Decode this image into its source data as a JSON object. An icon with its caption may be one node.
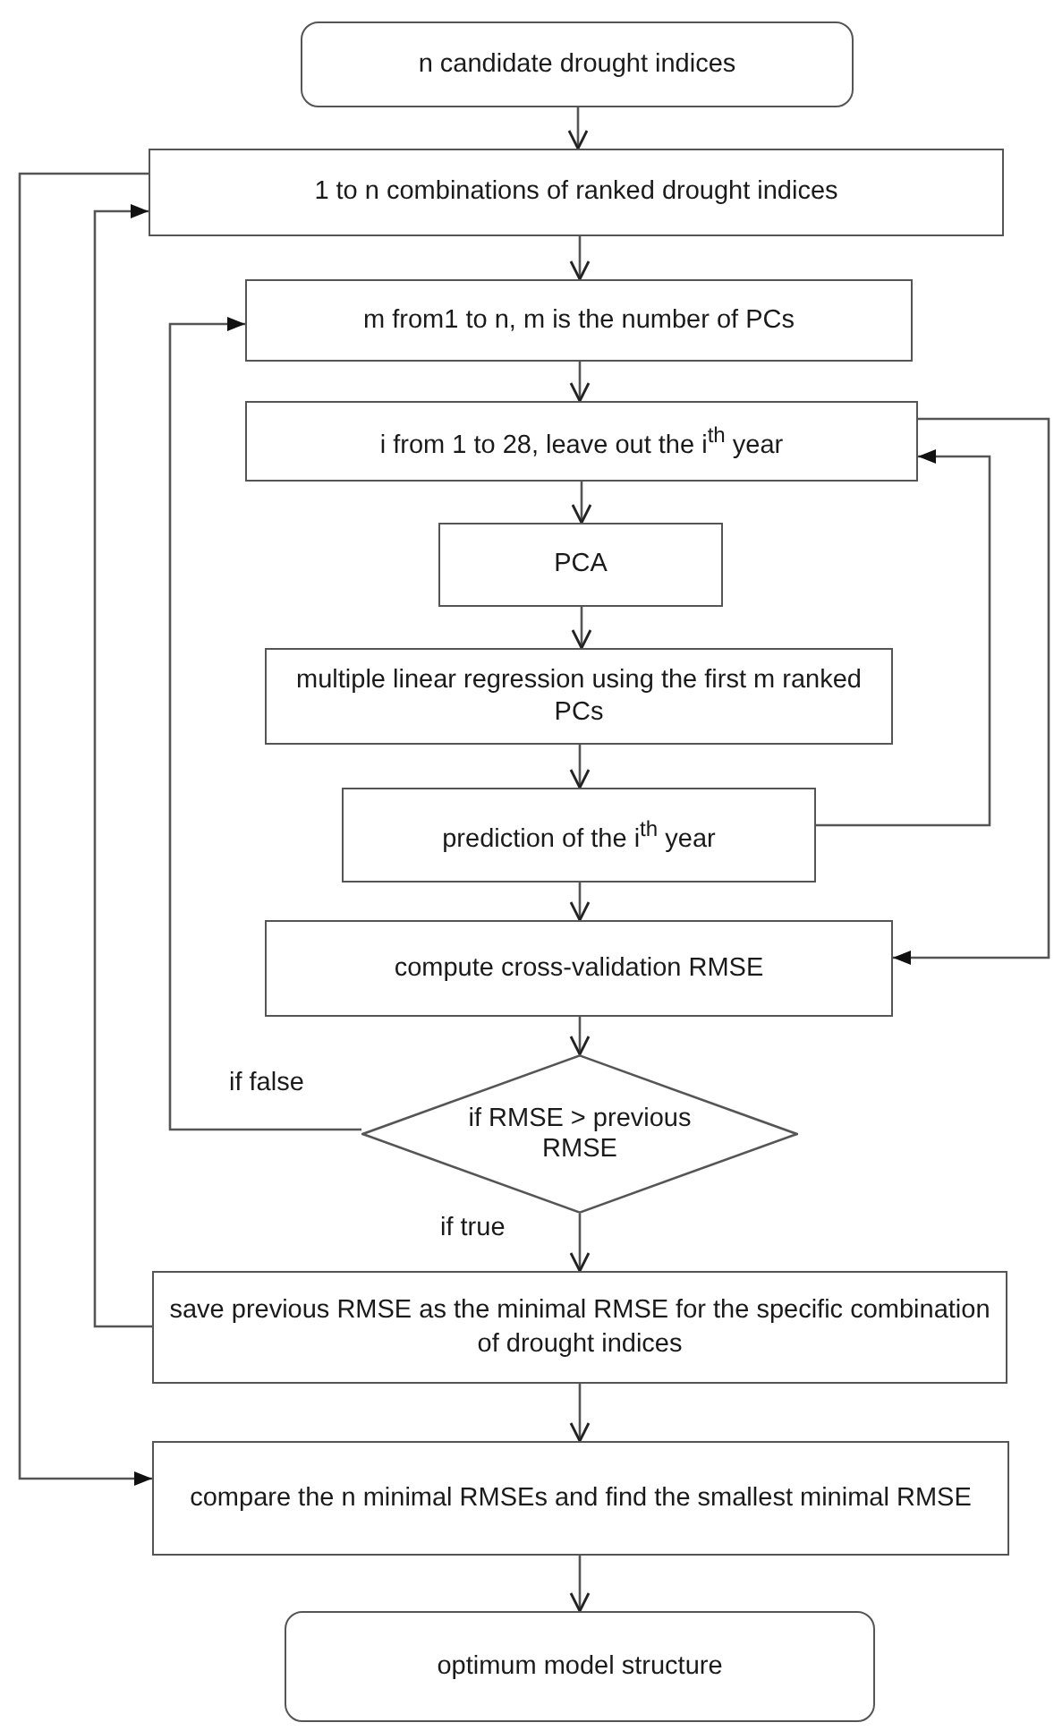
{
  "diagram": {
    "nodes": [
      {
        "text": [
          "n candidate drought indices"
        ]
      },
      {
        "text": [
          "1 to n combinations of ranked drought indices"
        ]
      },
      {
        "text": [
          "m from1 to n, m is the number of PCs"
        ]
      },
      {
        "text": [
          "i from 1  to 28, leave out the i$^{th}$ year"
        ]
      },
      {
        "text": [
          "PCA"
        ]
      },
      {
        "text": [
          "multiple linear regression using the first m ranked PCs"
        ]
      },
      {
        "text": [
          "prediction of the i$^{th}$ year"
        ]
      },
      {
        "text": [
          "compute cross-validation RMSE"
        ]
      },
      {
        "text": [
          "if RMSE > previous RMSE"
        ]
      },
      {
        "text": [
          "save previous RMSE as the minimal RMSE for the specific combination of drought indices"
        ]
      },
      {
        "text": [
          "compare the n minimal RMSEs and find the smallest minimal RMSE"
        ]
      },
      {
        "text": [
          "optimum model structure"
        ]
      }
    ],
    "edges": [
      {
        "from": 0,
        "to": 1,
        "arrow": "to"
      },
      {
        "from": 1,
        "to": 2,
        "arrow": "to"
      },
      {
        "from": 2,
        "to": 3,
        "arrow": "to"
      },
      {
        "from": 3,
        "to": 4,
        "arrow": "to"
      },
      {
        "from": 4,
        "to": 5,
        "arrow": "to"
      },
      {
        "from": 5,
        "to": 6,
        "arrow": "to"
      },
      {
        "from": 6,
        "to": 7,
        "arrow": "to"
      },
      {
        "from": 7,
        "to": 8,
        "arrow": "to"
      },
      {
        "from": 8,
        "to": 9,
        "label": "if true",
        "arrow": "to"
      },
      {
        "from": 9,
        "to": 10,
        "arrow": "to"
      },
      {
        "from": 10,
        "to": 11,
        "arrow": "to"
      },
      {
        "from": 6,
        "to": 3,
        "arrow": "to"
      },
      {
        "from": 3,
        "to": 7,
        "arrow": "to"
      },
      {
        "from": 8,
        "to": 2,
        "label": "if false",
        "arrow": "to"
      },
      {
        "from": 9,
        "to": 1,
        "arrow": "to"
      },
      {
        "from": 1,
        "to": 10,
        "arrow": "to"
      }
    ]
  }
}
